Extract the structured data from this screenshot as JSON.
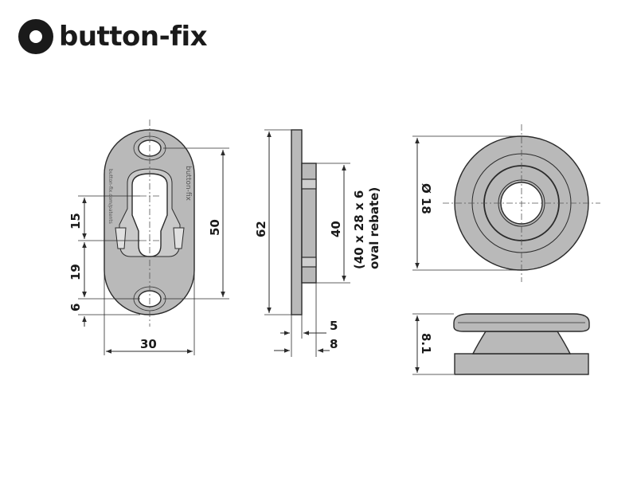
{
  "brand": {
    "name": "button-fix"
  },
  "plate_embossing": {
    "logo_text": "button-fix",
    "url_text": "button-fix.com/patents"
  },
  "dimensions": {
    "plate_width": "30",
    "hole_spacing": "50",
    "upper_spacing": "15",
    "lower_spacing": "19",
    "bottom_offset": "6",
    "plate_height": "62",
    "rebate_height": "40",
    "rebate_note_line1": "(40 x 28 x 6",
    "rebate_note_line2": "oval rebate)",
    "profile_thickness_small": "5",
    "profile_thickness_total": "8",
    "button_diameter": "Ø 18",
    "button_height": "8.1"
  }
}
